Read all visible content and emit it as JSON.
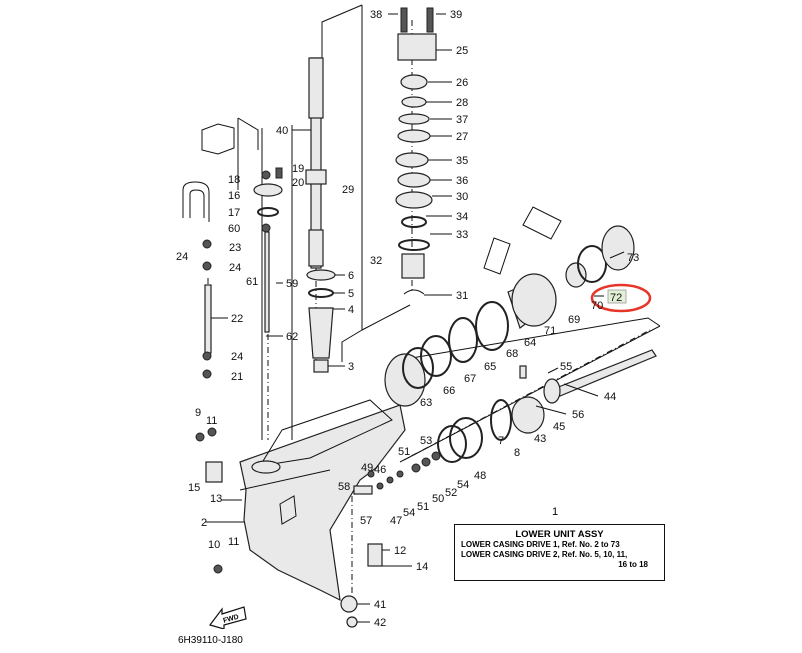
{
  "diagram_code": "6H39110-J180",
  "assembly": {
    "part_number": "1",
    "title": "LOWER UNIT ASSY",
    "lines": [
      "LOWER CASING DRIVE 1,  Ref. No. 2 to 73",
      "LOWER CASING DRIVE 2,  Ref. No. 5, 10, 11,",
      "16 to 18"
    ]
  },
  "fwd_label": "FWD",
  "highlight": {
    "part": "72",
    "color": "#e8352a"
  },
  "labels": {
    "p38": "38",
    "p39": "39",
    "p25": "25",
    "p26": "26",
    "p28": "28",
    "p37": "37",
    "p27": "27",
    "p35": "35",
    "p36": "36",
    "p30": "30",
    "p34": "34",
    "p33": "33",
    "p32": "32",
    "p31": "31",
    "p40": "40",
    "p29": "29",
    "p19": "19",
    "p20": "20",
    "p18": "18",
    "p16": "16",
    "p17": "17",
    "p60": "60",
    "p23": "23",
    "p24a": "24",
    "p24b": "24",
    "p61": "61",
    "p59": "59",
    "p6": "6",
    "p5": "5",
    "p4": "4",
    "p22": "22",
    "p62": "62",
    "p3": "3",
    "p24c": "24",
    "p21": "21",
    "p9": "9",
    "p11a": "11",
    "p15": "15",
    "p13": "13",
    "p2": "2",
    "p10": "10",
    "p11b": "11",
    "p73": "73",
    "p72": "72",
    "p70": "70",
    "p69": "69",
    "p71": "71",
    "p64": "64",
    "p68": "68",
    "p65": "65",
    "p67": "67",
    "p66": "66",
    "p63": "63",
    "p55": "55",
    "p44": "44",
    "p56": "56",
    "p45": "45",
    "p43": "43",
    "p7": "7",
    "p8": "8",
    "p53": "53",
    "p48": "48",
    "p51a": "51",
    "p49": "49",
    "p46": "46",
    "p54a": "54",
    "p52": "52",
    "p50": "50",
    "p58": "58",
    "p51b": "51",
    "p47": "47",
    "p54b": "54",
    "p57": "57",
    "p12": "12",
    "p14": "14",
    "p41": "41",
    "p42": "42"
  }
}
